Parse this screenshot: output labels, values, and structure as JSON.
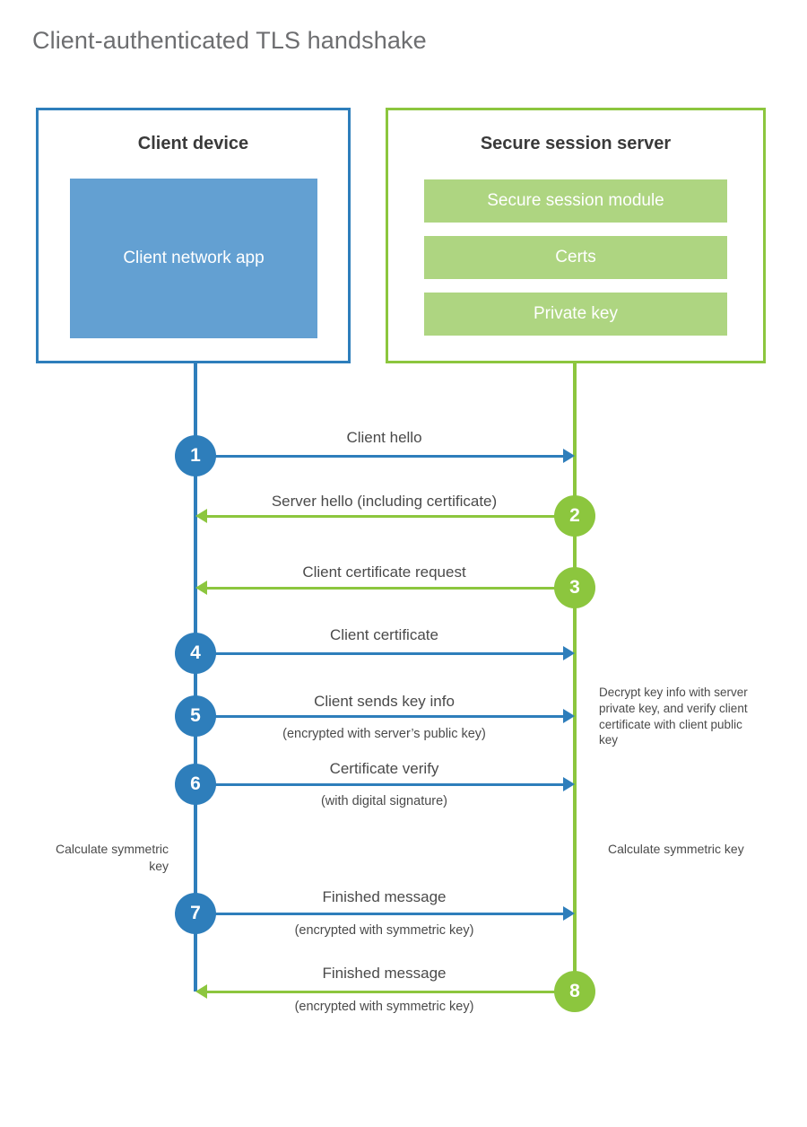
{
  "title": "Client-authenticated TLS handshake",
  "client": {
    "title": "Client device",
    "app_label": "Client network app",
    "accent_color": "#2e7ebb",
    "app_fill": "#63a0d2"
  },
  "server": {
    "title": "Secure session server",
    "accent_color": "#8cc63e",
    "bar_fill": "#aed581",
    "components": [
      {
        "label": "Secure session module"
      },
      {
        "label": "Certs"
      },
      {
        "label": "Private key"
      }
    ]
  },
  "steps": [
    {
      "number": "1",
      "label": "Client hello",
      "sublabel": "",
      "direction": "client-to-server",
      "color": "blue"
    },
    {
      "number": "2",
      "label": "Server hello (including certificate)",
      "sublabel": "",
      "direction": "server-to-client",
      "color": "green"
    },
    {
      "number": "3",
      "label": "Client certificate request",
      "sublabel": "",
      "direction": "server-to-client",
      "color": "green"
    },
    {
      "number": "4",
      "label": "Client certificate",
      "sublabel": "",
      "direction": "client-to-server",
      "color": "blue"
    },
    {
      "number": "5",
      "label": "Client sends key info",
      "sublabel": "(encrypted with server’s public key)",
      "direction": "client-to-server",
      "color": "blue"
    },
    {
      "number": "6",
      "label": "Certificate verify",
      "sublabel": "(with digital signature)",
      "direction": "client-to-server",
      "color": "blue"
    },
    {
      "number": "7",
      "label": "Finished message",
      "sublabel": "(encrypted with symmetric key)",
      "direction": "client-to-server",
      "color": "blue"
    },
    {
      "number": "8",
      "label": "Finished message",
      "sublabel": "(encrypted with symmetric key)",
      "direction": "server-to-client",
      "color": "green"
    }
  ],
  "notes": {
    "decrypt": "Decrypt key info with server private key, and verify client certificate with client public key",
    "calculate_client": "Calculate symmetric key",
    "calculate_server": "Calculate symmetric key"
  }
}
